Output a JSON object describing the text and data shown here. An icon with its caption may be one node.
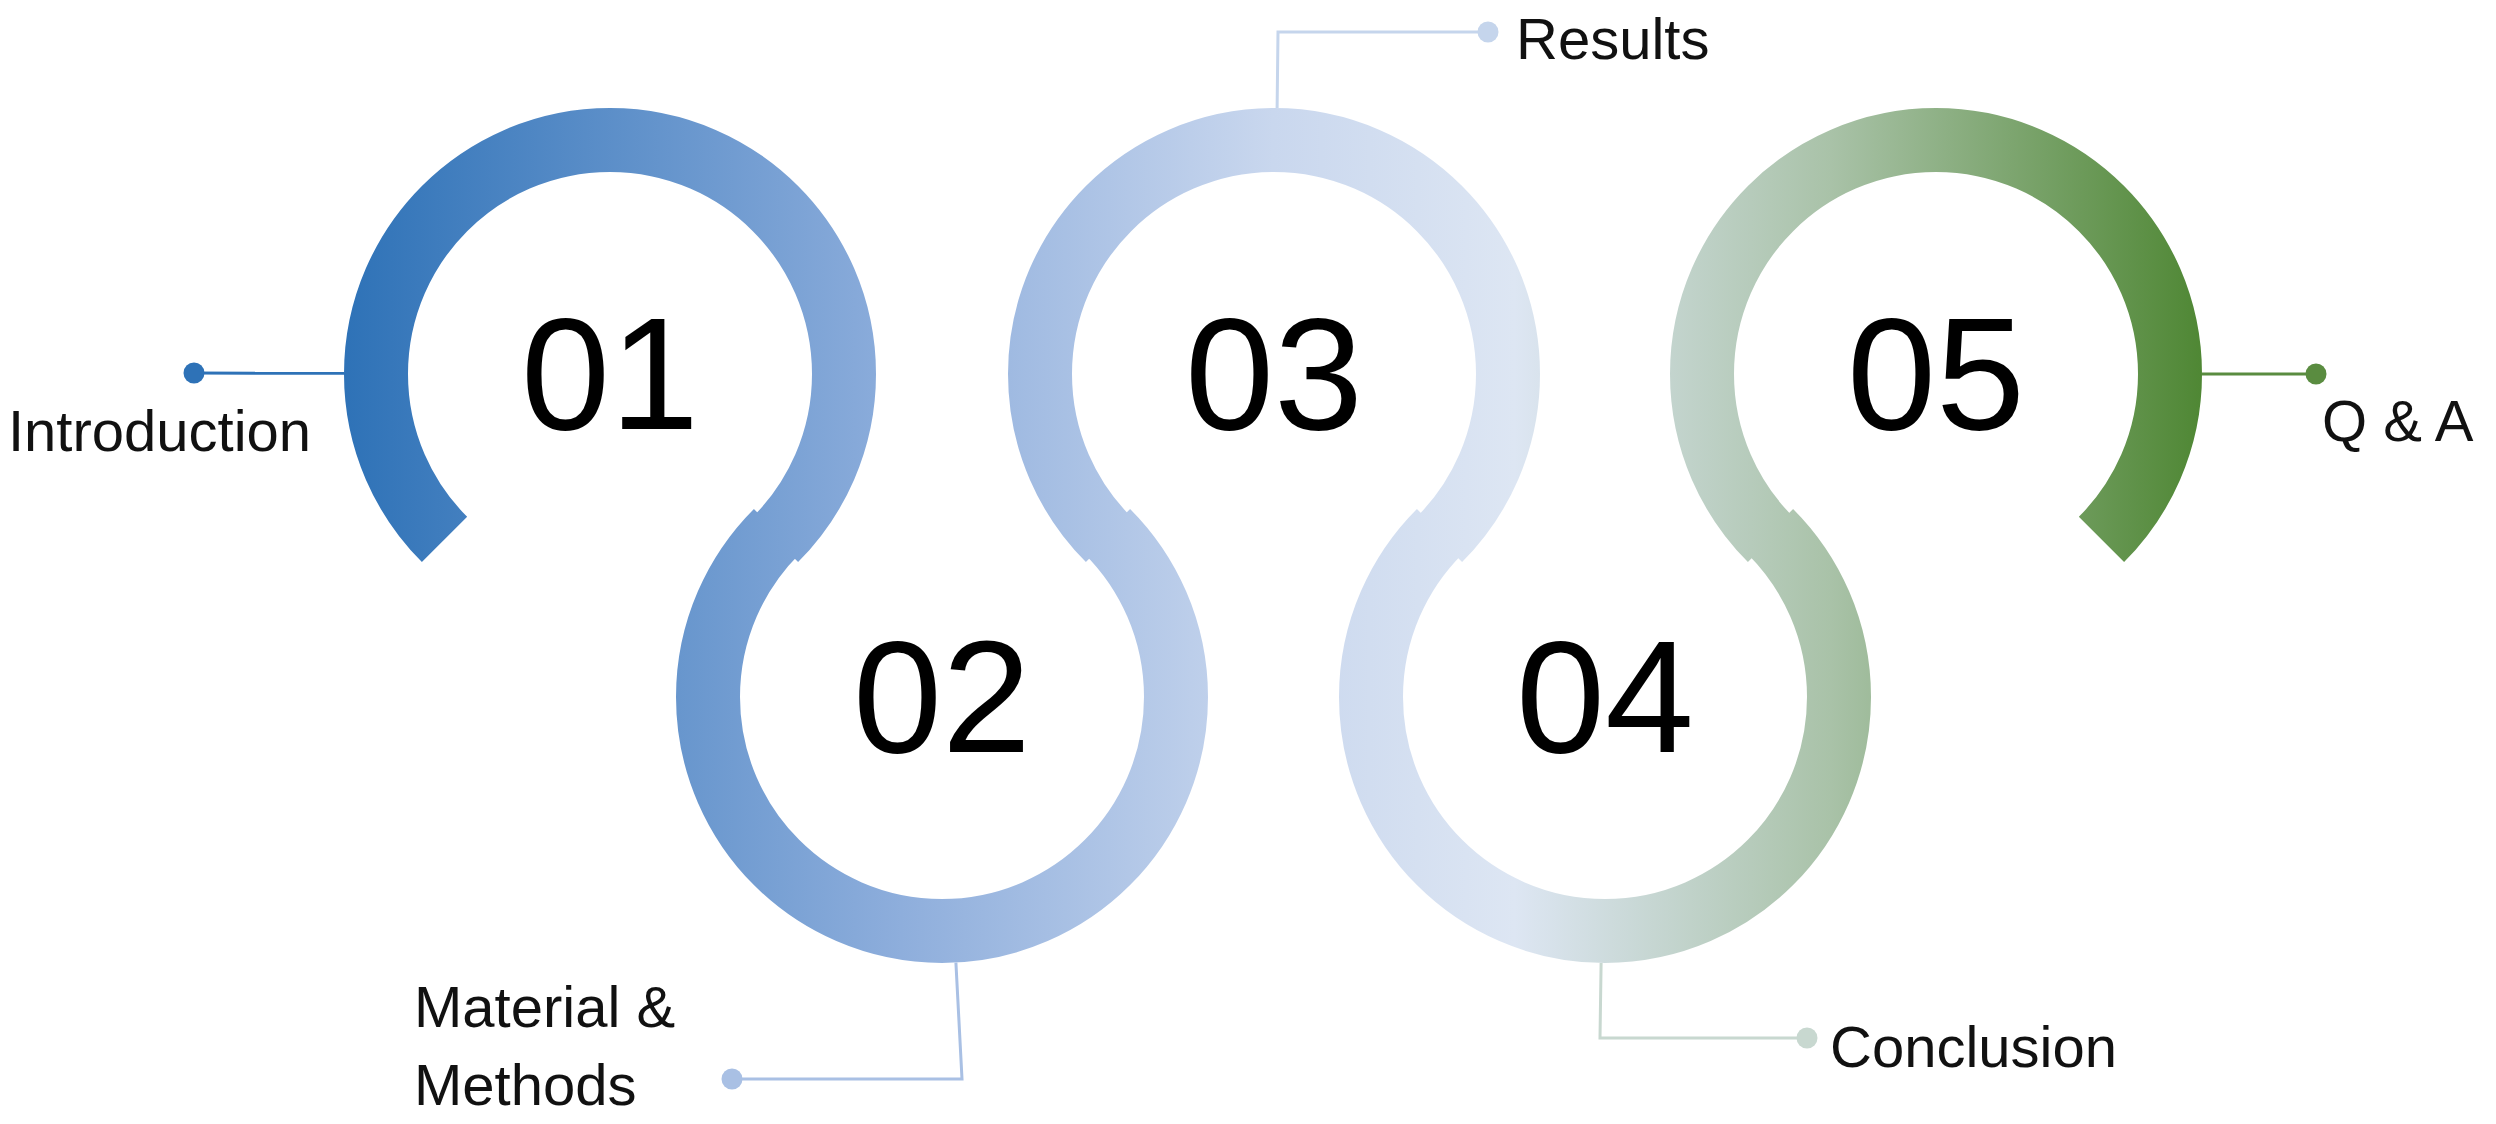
{
  "diagram": {
    "nodes": [
      {
        "text": [
          "01"
        ]
      },
      {
        "text": [
          "02"
        ]
      },
      {
        "text": [
          "03"
        ]
      },
      {
        "text": [
          "04"
        ]
      },
      {
        "text": [
          "05"
        ]
      },
      {
        "text": [
          "Introduction"
        ]
      },
      {
        "text": [
          "Material & Methods"
        ]
      },
      {
        "text": [
          "Results"
        ]
      },
      {
        "text": [
          "Conclusion"
        ]
      },
      {
        "text": [
          "Q & A"
        ]
      }
    ],
    "edges": [
      {
        "from": 5,
        "to": 0,
        "arrow": "other",
        "color": "#2e72b7"
      },
      {
        "from": 6,
        "to": 1,
        "arrow": "other",
        "color": "#a9c0e4"
      },
      {
        "from": 7,
        "to": 2,
        "arrow": "other",
        "color": "#c5d5ec"
      },
      {
        "from": 8,
        "to": 3,
        "arrow": "other",
        "color": "#c8d8d0"
      },
      {
        "from": 9,
        "to": 4,
        "arrow": "other",
        "color": "#5a8c40"
      }
    ]
  }
}
